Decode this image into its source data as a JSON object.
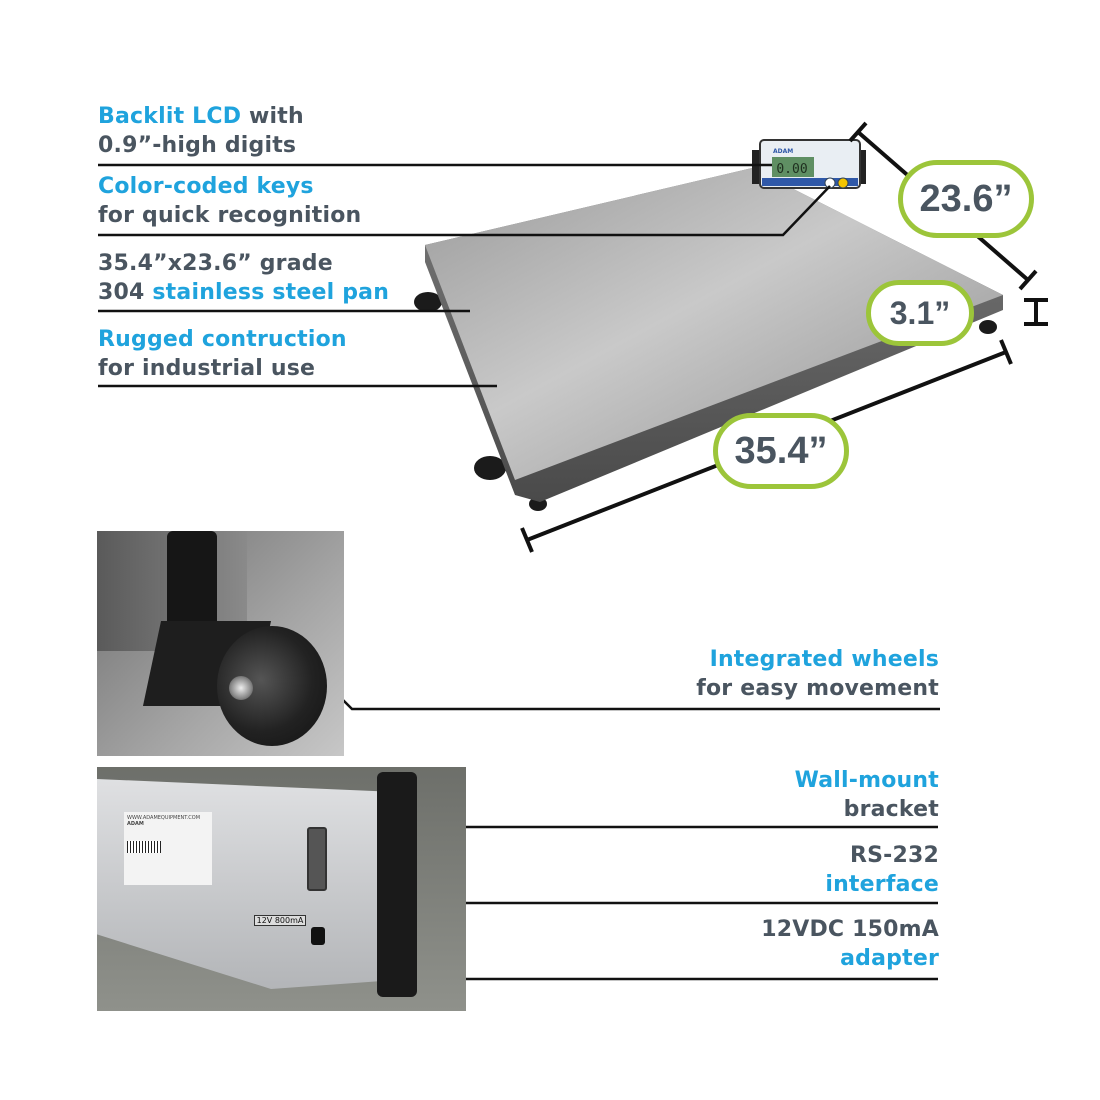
{
  "features_left": [
    {
      "line1_blue": "Backlit LCD",
      "line1_dark": " with",
      "line2_dark": "0.9”-high digits"
    },
    {
      "line1_blue": "Color-coded keys",
      "line2_dark": "for quick recognition"
    },
    {
      "line1_dark": "35.4”x23.6” grade",
      "line2_dark": "304",
      "line2_blue": " stainless steel pan"
    },
    {
      "line1_blue": "Rugged contruction",
      "line2_dark": "for industrial use"
    }
  ],
  "features_right": [
    {
      "line1_blue": "Integrated wheels",
      "line2_dark": "for easy movement"
    },
    {
      "line1_blue": "Wall-mount",
      "line2_dark": "bracket"
    },
    {
      "line1_dark": "RS-232",
      "line2_blue": "interface"
    },
    {
      "line1_dark": "12VDC 150mA",
      "line2_blue": "adapter"
    }
  ],
  "dimensions": {
    "depth": "23.6”",
    "height": "3.1”",
    "width": "35.4”"
  },
  "display": {
    "reading": "0.00",
    "brand": "ADAM"
  },
  "rear_label": {
    "website": "WWW.ADAMEQUIPMENT.COM",
    "brand": "ADAM",
    "power_rating": "12V 800mA"
  },
  "colors": {
    "blue": "#1fa3dd",
    "dark": "#4a5560",
    "badge_outline": "#9cc53a"
  }
}
